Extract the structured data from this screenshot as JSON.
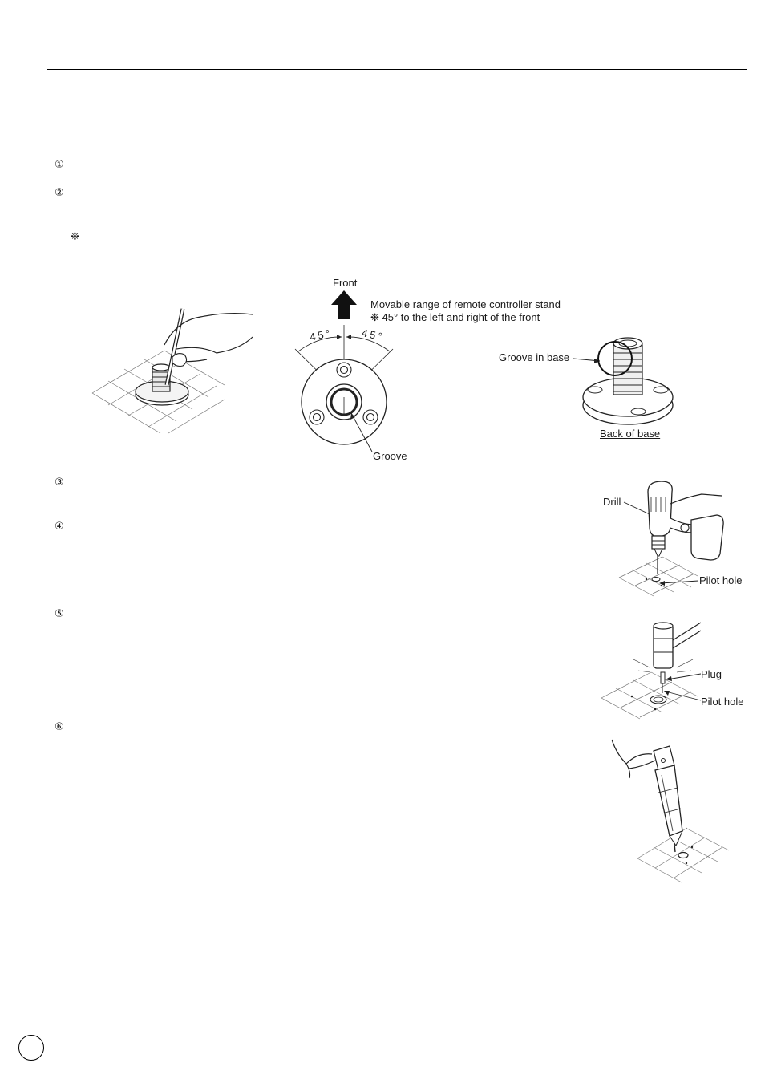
{
  "steps": {
    "s1": "①",
    "s2": "②",
    "s3": "③",
    "s4": "④",
    "s5": "⑤",
    "s6": "⑥"
  },
  "note_marker": "❉",
  "figure_base": {
    "front_label": "Front",
    "range_line1": "Movable range of remote controller stand",
    "range_line2": "❉ 45° to the left and right of the front",
    "angle_left": "45°",
    "angle_right": "45°",
    "groove_label": "Groove",
    "groove_in_base_label": "Groove in base",
    "back_of_base_label": "Back of base"
  },
  "figure_drill": {
    "drill_label": "Drill",
    "pilot_hole_label": "Pilot hole"
  },
  "figure_plug": {
    "plug_label": "Plug",
    "pilot_hole_label": "Pilot hole"
  }
}
